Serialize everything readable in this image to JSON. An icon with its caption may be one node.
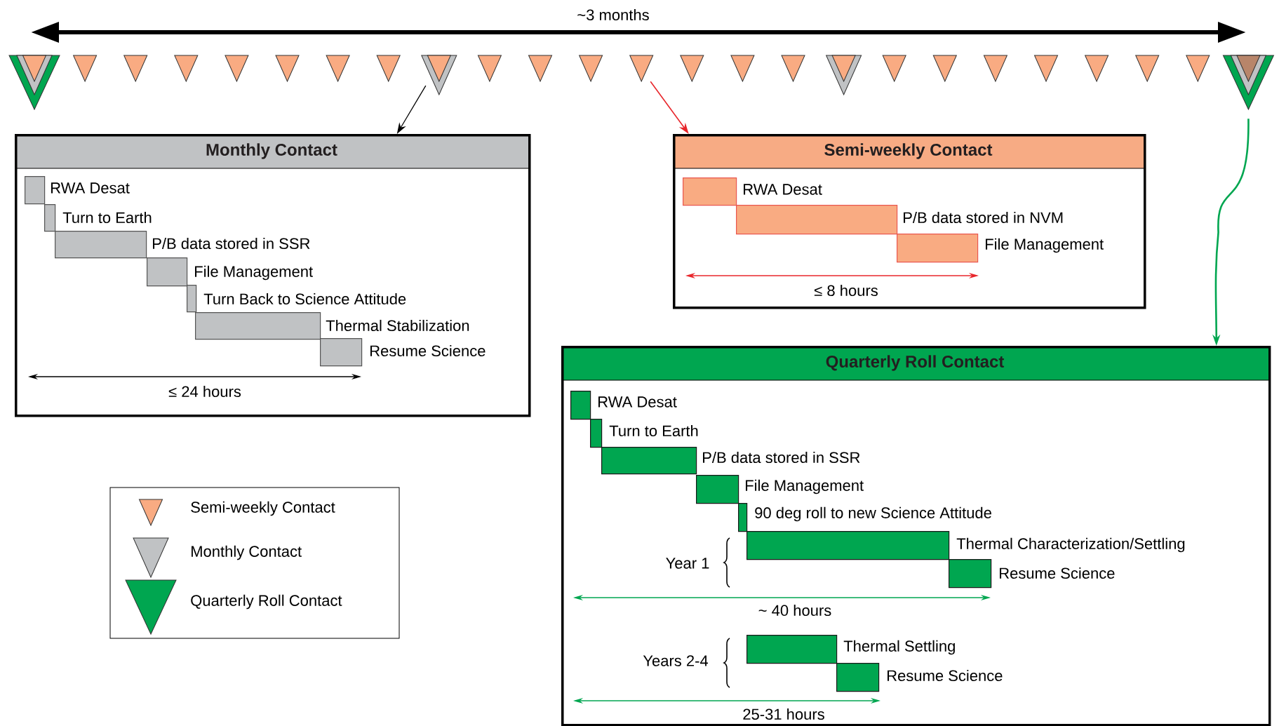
{
  "diagram": {
    "nodes": [
      {
        "text": [],
        "shape": "triangle"
      },
      {
        "text": [],
        "shape": "triangle"
      },
      {
        "text": [],
        "shape": "triangle"
      },
      {
        "text": [],
        "shape": "triangle"
      },
      {
        "text": [],
        "shape": "triangle"
      },
      {
        "text": [],
        "shape": "triangle"
      },
      {
        "text": [],
        "shape": "triangle"
      },
      {
        "text": [],
        "shape": "triangle"
      },
      {
        "text": [],
        "shape": "triangle"
      },
      {
        "text": [],
        "shape": "triangle"
      },
      {
        "text": [],
        "shape": "triangle"
      },
      {
        "text": [],
        "shape": "triangle"
      },
      {
        "text": [],
        "shape": "triangle"
      },
      {
        "text": [],
        "shape": "triangle"
      },
      {
        "text": [],
        "shape": "triangle"
      },
      {
        "text": [],
        "shape": "triangle"
      },
      {
        "text": [],
        "shape": "triangle"
      },
      {
        "text": [],
        "shape": "triangle"
      },
      {
        "text": [],
        "shape": "triangle"
      },
      {
        "text": [],
        "shape": "triangle"
      },
      {
        "text": [],
        "shape": "triangle"
      },
      {
        "text": [],
        "shape": "triangle"
      },
      {
        "text": [],
        "shape": "triangle"
      },
      {
        "text": [],
        "shape": "triangle"
      },
      {
        "text": [],
        "shape": "triangle"
      },
      {
        "text": [
          "Monthly Contact"
        ]
      },
      {
        "text": [],
        "shape": "bar",
        "in": 25,
        "beside": [
          "RWA Desat"
        ]
      },
      {
        "text": [],
        "shape": "bar",
        "in": 25,
        "beside": [
          "Turn to Earth"
        ]
      },
      {
        "text": [],
        "shape": "bar",
        "in": 25,
        "beside": [
          "P/B data stored in SSR"
        ]
      },
      {
        "text": [],
        "shape": "bar",
        "in": 25,
        "beside": [
          "File Management"
        ]
      },
      {
        "text": [],
        "shape": "bar",
        "in": 25,
        "beside": [
          "Turn Back to Science Attitude"
        ]
      },
      {
        "text": [],
        "shape": "bar",
        "in": 25,
        "beside": [
          "Thermal Stabilization"
        ]
      },
      {
        "text": [],
        "shape": "bar",
        "in": 25,
        "beside": [
          "Resume Science"
        ]
      },
      {
        "text": [
          "Semi-weekly Contact"
        ]
      },
      {
        "text": [],
        "shape": "bar",
        "in": 33,
        "beside": [
          "RWA Desat"
        ]
      },
      {
        "text": [],
        "shape": "bar",
        "in": 33,
        "beside": [
          "P/B data stored in NVM"
        ]
      },
      {
        "text": [],
        "shape": "bar",
        "in": 33,
        "beside": [
          "File Management"
        ]
      },
      {
        "text": [
          "Quarterly Roll Contact"
        ]
      },
      {
        "text": [],
        "shape": "bar",
        "in": 37,
        "beside": [
          "RWA Desat"
        ]
      },
      {
        "text": [],
        "shape": "bar",
        "in": 37,
        "beside": [
          "Turn to Earth"
        ]
      },
      {
        "text": [],
        "shape": "bar",
        "in": 37,
        "beside": [
          "P/B data stored in SSR"
        ]
      },
      {
        "text": [],
        "shape": "bar",
        "in": 37,
        "beside": [
          "File Management"
        ]
      },
      {
        "text": [],
        "shape": "bar",
        "in": 37,
        "beside": [
          "90 deg roll to new Science Attitude"
        ]
      },
      {
        "text": [],
        "shape": "bar",
        "in": 37,
        "beside": [
          "Thermal Characterization/Settling"
        ]
      },
      {
        "text": [],
        "shape": "bar",
        "in": 37,
        "beside": [
          "Resume Science"
        ]
      },
      {
        "text": [],
        "shape": "bar",
        "in": 37,
        "beside": [
          "Thermal Settling"
        ]
      },
      {
        "text": [],
        "shape": "bar",
        "in": 37,
        "beside": [
          "Resume Science"
        ]
      }
    ],
    "edges": [
      {
        "from": 8,
        "to": 25,
        "arrow": "to"
      },
      {
        "from": 12,
        "to": 33,
        "arrow": "to",
        "color": "#e8262b"
      },
      {
        "from": 24,
        "to": 37,
        "arrow": "to",
        "color": "#00a650"
      }
    ],
    "labels": [
      "~3 months",
      "≤ 24 hours",
      "≤ 8 hours",
      "Year 1",
      "~ 40 hours",
      "Years 2-4",
      "25-31 hours"
    ],
    "legend": [
      {
        "text": "Semi-weekly Contact",
        "color": "#f9ab82"
      },
      {
        "text": "Monthly Contact",
        "color": "#c0c2c4"
      },
      {
        "text": "Quarterly Roll Contact",
        "color": "#00a650"
      }
    ]
  }
}
